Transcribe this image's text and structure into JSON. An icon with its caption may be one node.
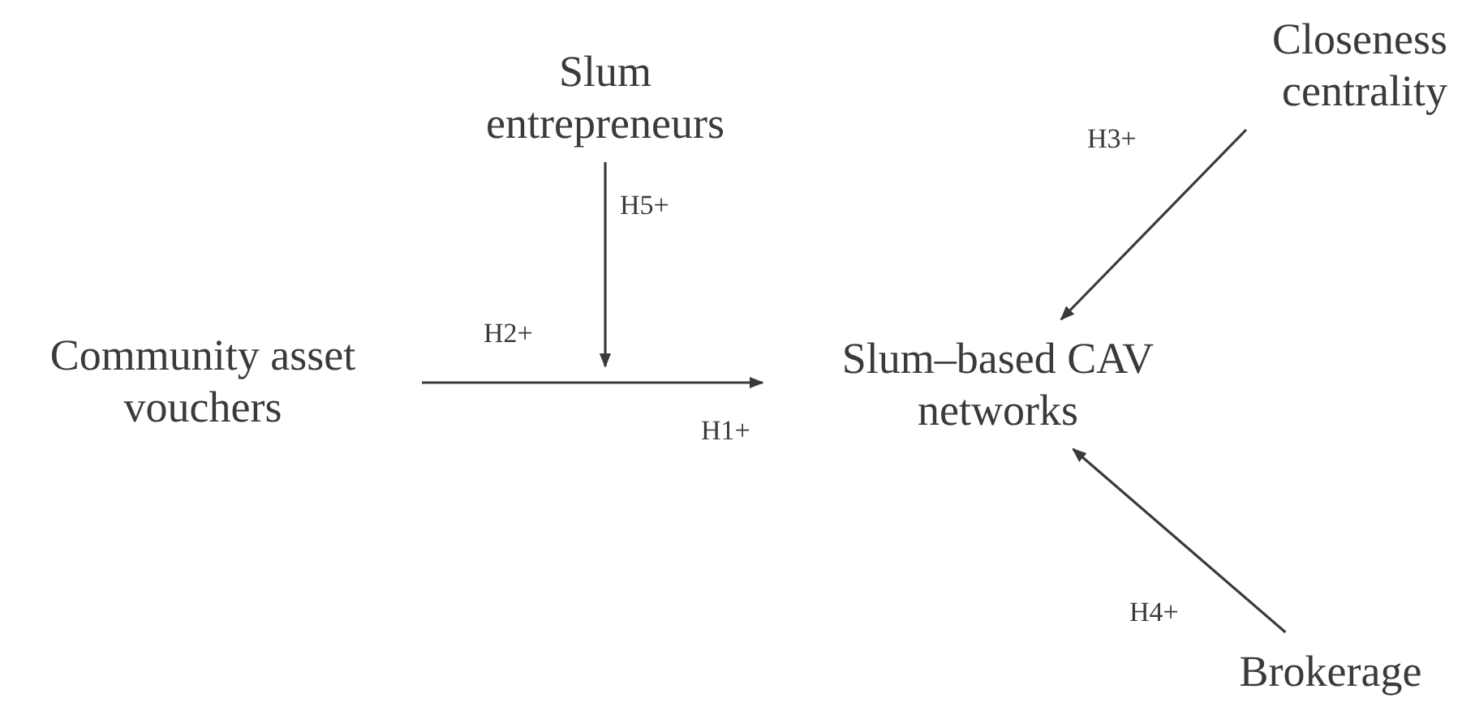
{
  "diagram": {
    "nodes": [
      {
        "text": [
          "Slum entrepreneurs"
        ]
      },
      {
        "text": [
          "Community asset vouchers"
        ]
      },
      {
        "text": [
          "Slum–based CAV networks"
        ]
      },
      {
        "text": [
          "Closeness centrality"
        ]
      },
      {
        "text": [
          "Brokerage"
        ]
      }
    ],
    "edges": [
      {
        "from": 1,
        "to": 2,
        "arrow": "to",
        "label": "H1+"
      },
      {
        "from": 0,
        "to": null,
        "arrow": "to",
        "label": "H5+"
      },
      {
        "from": 3,
        "to": 2,
        "arrow": "to",
        "label": "H3+"
      },
      {
        "from": 4,
        "to": 2,
        "arrow": "to",
        "label": "H4+"
      }
    ],
    "labels": [
      "H2+"
    ]
  }
}
